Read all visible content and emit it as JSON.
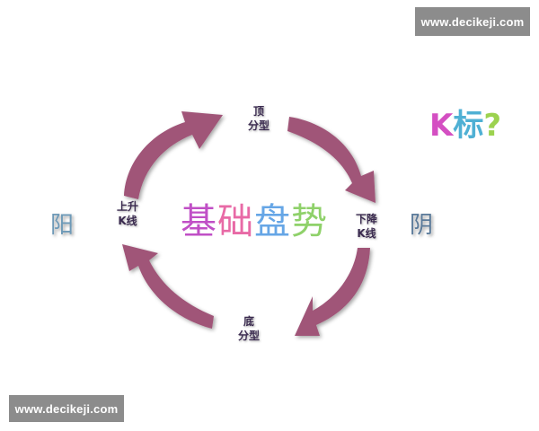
{
  "watermark_top": "www.decikeji.com",
  "watermark_bottom": "www.decikeji.com",
  "labels": {
    "top": [
      "顶",
      "分型"
    ],
    "left": [
      "上升",
      "K线"
    ],
    "right": [
      "下降",
      "K线"
    ],
    "bottom": [
      "底",
      "分型"
    ]
  },
  "side_chars": {
    "left": "阳",
    "right": "阴"
  },
  "center_title": [
    "基",
    "础",
    "盘",
    "势"
  ],
  "k_title": [
    "K",
    "标",
    "?"
  ],
  "colors": {
    "arrow": "#a05478",
    "arrow_dark": "#7e3c5c",
    "label_text": "#3b2b50",
    "yang": "#6e9ab8",
    "yin": "#5a7a9a",
    "title_1": "#c04fc6",
    "title_2": "#e86aa6",
    "title_3": "#66a6e6",
    "title_4": "#8fd16a",
    "k_1": "#d44fc2",
    "k_2": "#4fb0d4",
    "k_3": "#9cd24f",
    "watermark_bg": "#8c8c8c"
  }
}
